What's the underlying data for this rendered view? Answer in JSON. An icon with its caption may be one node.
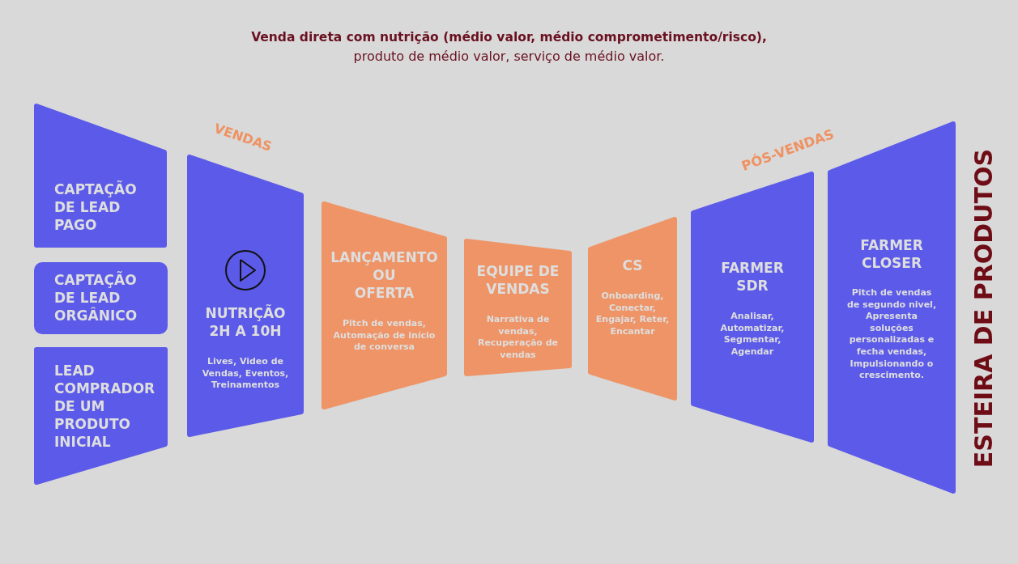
{
  "diagram": {
    "title": "**Venda direta com nutrição (médio valor, médio comprometimento/risco),** produto de médio valor, serviço de médio valor.",
    "nodes": [
      {
        "text": [
          "CAPTAÇÃO DE LEAD PAGO"
        ]
      },
      {
        "text": [
          "CAPTAÇÃO DE LEAD ORGÂNICO"
        ]
      },
      {
        "text": [
          "LEAD COMPRADOR DE UM PRODUTO INICIAL"
        ]
      },
      {
        "text": [
          "NUTRIÇÃO 2H A 10H",
          "Lives, Video de Vendas, Eventos, Treinamentos"
        ]
      },
      {
        "text": [
          "LANÇAMENTO OU OFERTA",
          "Pitch de vendas, Automação de início de conversa"
        ]
      },
      {
        "text": [
          "EQUIPE DE VENDAS",
          "Narrativa de vendas, Recuperação de vendas"
        ]
      },
      {
        "text": [
          "CS",
          "Onboarding, Conectar, Engajar, Reter, Encantar"
        ]
      },
      {
        "text": [
          "FARMER SDR",
          "Analisar, Automatizar, Segmentar, Agendar"
        ]
      },
      {
        "text": [
          "FARMER CLOSER",
          "Pitch de vendas de segundo nivel, Apresenta soluções personalizadas e fecha vendas, Impulsionando o crescimento."
        ]
      }
    ],
    "labels": [
      "VENDAS",
      "PÓS-VENDAS",
      "ESTEIRA DE PRODUTOS"
    ]
  }
}
